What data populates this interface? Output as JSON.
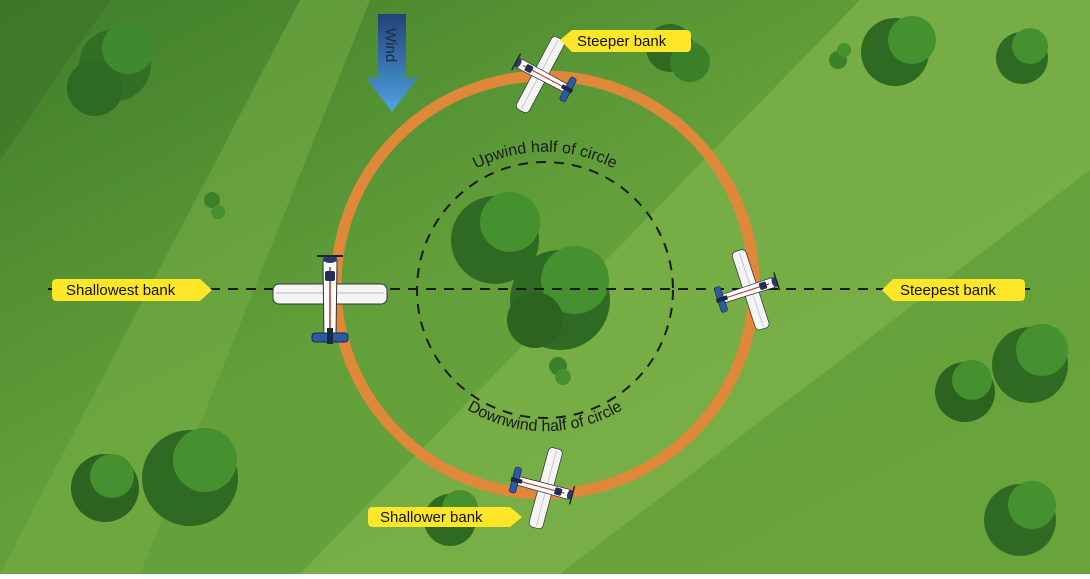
{
  "wind": {
    "label": "Wind"
  },
  "callouts": {
    "steeper": "Steeper bank",
    "shallowest": "Shallowest bank",
    "steepest": "Steepest bank",
    "shallower": "Shallower bank"
  },
  "inner_circle": {
    "upwind_label": "Upwind half of circle",
    "downwind_label": "Downwind half of circle"
  },
  "colors": {
    "ground_dark": "#4f8a2f",
    "ground_mid": "#6da33d",
    "ground_light": "#8fbc58",
    "circle_path": "#e0883a",
    "callout_fill": "#ffe629",
    "wind_arrow": "#2f6db5",
    "tree_dark": "#2f6b22",
    "tree_light": "#4e9836",
    "dashed_line": "#1a1a1a"
  },
  "icons": [
    "airplane-icon",
    "wind-arrow-icon",
    "tree-icon"
  ]
}
